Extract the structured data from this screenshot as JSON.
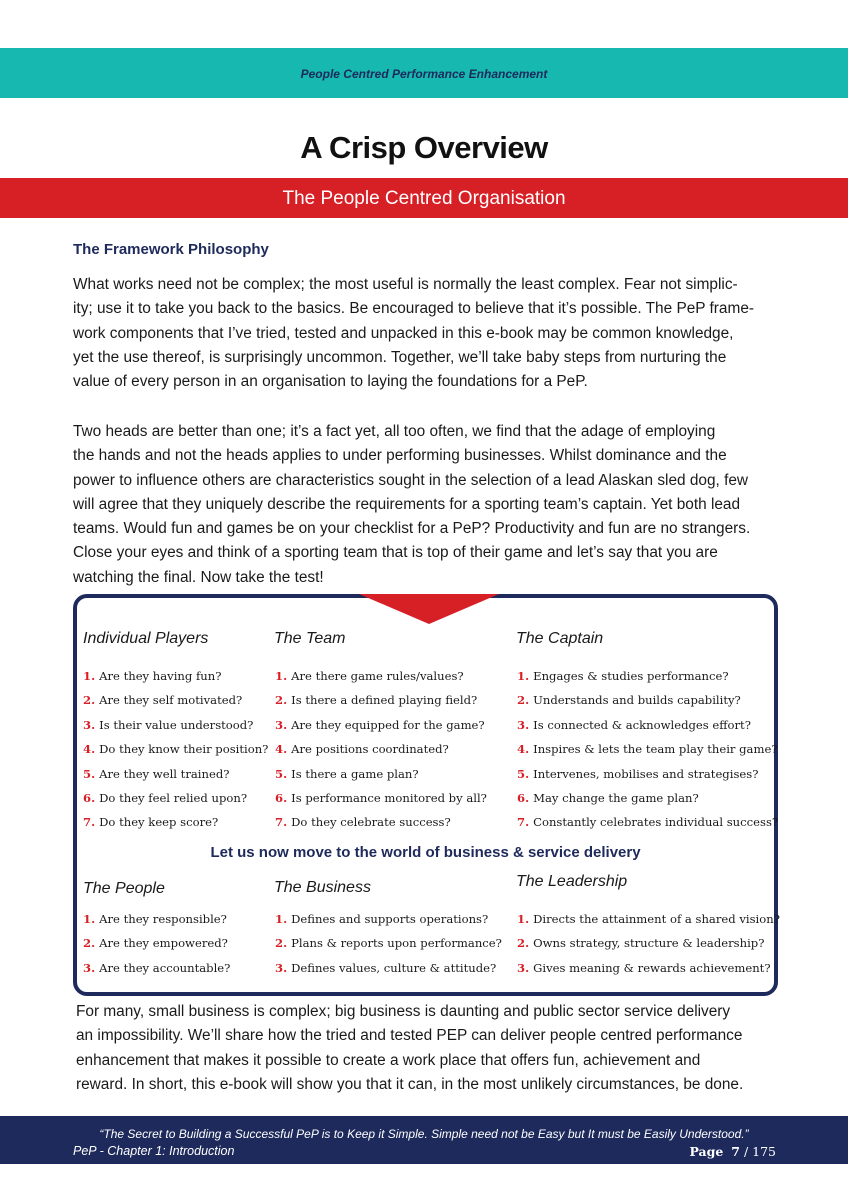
{
  "header": {
    "brand": "People Centred Performance Enhancement"
  },
  "title": "A Crisp Overview",
  "section_title": "The People Centred Organisation",
  "framework_heading": "The Framework Philosophy",
  "paragraph1": [
    "What works need not be complex; the most useful is normally the least complex. Fear not simplic-",
    "ity; use it to take you back to the basics. Be encouraged to believe that it’s possible. The PeP frame-",
    "work components that I’ve tried, tested and unpacked in this e-book may be common knowledge,",
    "yet the use thereof, is surprisingly uncommon. Together, we’ll take baby steps from nurturing  the",
    "value of  every person in an organisation to laying the foundations for a PeP."
  ],
  "paragraph2": [
    "Two heads are better than one; it’s a fact yet, all too often, we find that the adage of employing",
    "the hands and not the heads applies to under performing businesses. Whilst dominance and the",
    "power to influence others are characteristics sought in the selection of a lead Alaskan sled dog, few",
    "will agree that they uniquely describe the requirements for a sporting team’s captain. Yet both lead",
    "teams. Would fun and games be on your checklist for a PeP?  Productivity and fun are no strangers.",
    "Close your eyes and think of a sporting team that is top of their game and let’s say that you are",
    "watching the final. Now take the test!"
  ],
  "test_box": {
    "sports_columns": [
      {
        "title": "Individual Players",
        "items": [
          {
            "num": "1.",
            "text": "Are they having fun?"
          },
          {
            "num": "2.",
            "text": "Are they self motivated?"
          },
          {
            "num": "3.",
            "text": "Is their value understood?"
          },
          {
            "num": "4.",
            "text": "Do they know their position?"
          },
          {
            "num": "5.",
            "text": "Are they well trained?"
          },
          {
            "num": "6.",
            "text": "Do they feel relied upon?"
          },
          {
            "num": "7.",
            "text": "Do they keep score?"
          }
        ]
      },
      {
        "title": "The Team",
        "items": [
          {
            "num": "1.",
            "text": "Are there game rules/values?"
          },
          {
            "num": "2.",
            "text": "Is there a defined playing field?"
          },
          {
            "num": "3.",
            "text": "Are they equipped for the game?"
          },
          {
            "num": "4.",
            "text": "Are positions coordinated?"
          },
          {
            "num": "5.",
            "text": "Is there a game plan?"
          },
          {
            "num": "6.",
            "text": "Is performance monitored by all?"
          },
          {
            "num": "7.",
            "text": "Do they celebrate success?"
          }
        ]
      },
      {
        "title": "The Captain",
        "items": [
          {
            "num": "1.",
            "text": "Engages & studies performance?"
          },
          {
            "num": "2.",
            "text": "Understands and builds capability?"
          },
          {
            "num": "3.",
            "text": "Is connected & acknowledges effort?"
          },
          {
            "num": "4.",
            "text": "Inspires & lets the team play their game?"
          },
          {
            "num": "5.",
            "text": "Intervenes, mobilises and strategises?"
          },
          {
            "num": "6.",
            "text": "May change the game plan?"
          },
          {
            "num": "7.",
            "text": "Constantly celebrates individual success?"
          }
        ]
      }
    ],
    "transition": "Let us now move to the world of business & service delivery",
    "business_columns": [
      {
        "title": "The People",
        "items": [
          {
            "num": "1.",
            "text": "Are they responsible?"
          },
          {
            "num": "2.",
            "text": "Are they empowered?"
          },
          {
            "num": "3.",
            "text": "Are they accountable?"
          }
        ]
      },
      {
        "title": "The Business",
        "items": [
          {
            "num": "1.",
            "text": "Defines and supports operations?"
          },
          {
            "num": "2.",
            "text": "Plans & reports upon performance?"
          },
          {
            "num": "3.",
            "text": "Defines values, culture & attitude?"
          }
        ]
      },
      {
        "title": "The Leadership",
        "items": [
          {
            "num": "1.",
            "text": "Directs the attainment of a shared vision?"
          },
          {
            "num": "2.",
            "text": "Owns strategy, structure & leadership?"
          },
          {
            "num": "3.",
            "text": "Gives meaning & rewards achievement?"
          }
        ]
      }
    ]
  },
  "paragraph3": [
    "For many, small business is complex; big business is daunting and public sector service delivery",
    "an impossibility. We’ll share how the tried and tested PEP can deliver people centred performance",
    "enhancement that makes it possible to create a work place that offers fun, achievement and",
    "reward. In short, this e-book will show you that it can, in the most unlikely circumstances, be done."
  ],
  "footer": {
    "quote": "“The Secret to Building a Successful PeP is to Keep it Simple. Simple need not be Easy but It must be Easily Understood.”",
    "chapter": "PeP - Chapter 1: Introduction",
    "page_label": "Page",
    "page_current": "7",
    "page_separator": "/",
    "page_total": "175"
  },
  "colors": {
    "teal": "#16b8b0",
    "red": "#d71f26",
    "navy": "#1d2a5b"
  }
}
